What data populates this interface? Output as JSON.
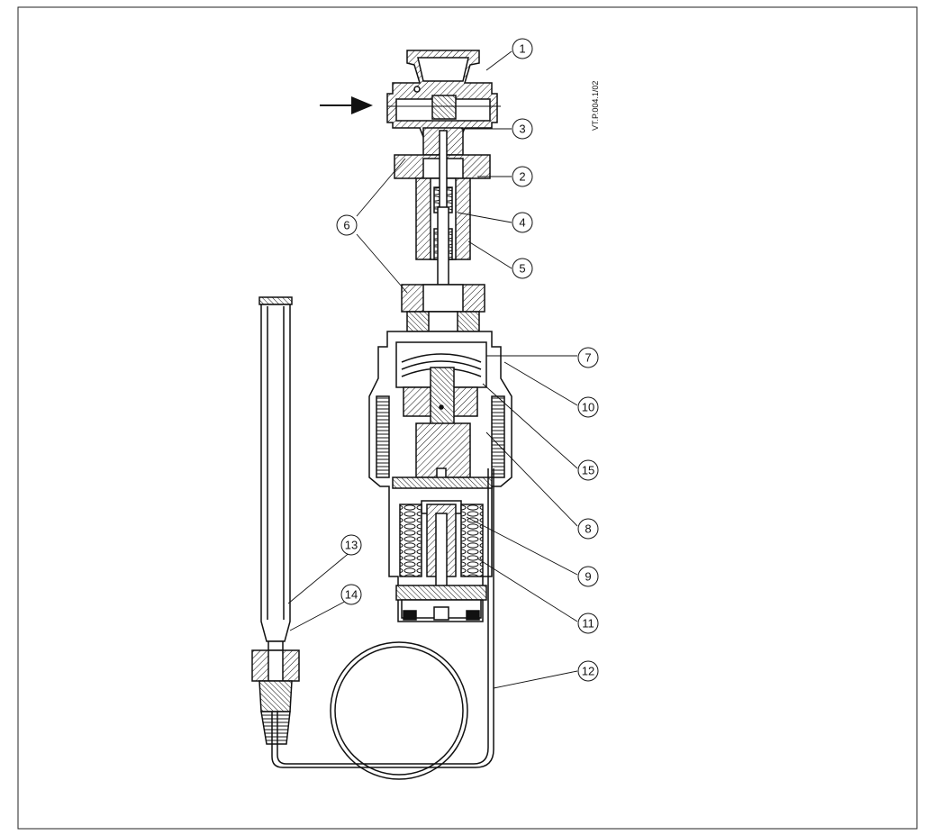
{
  "drawing_ref": "VT.P.004.1/02",
  "callouts": [
    {
      "label": "1"
    },
    {
      "label": "3"
    },
    {
      "label": "2"
    },
    {
      "label": "4"
    },
    {
      "label": "6"
    },
    {
      "label": "5"
    },
    {
      "label": "7"
    },
    {
      "label": "10"
    },
    {
      "label": "15"
    },
    {
      "label": "8"
    },
    {
      "label": "9"
    },
    {
      "label": "13"
    },
    {
      "label": "14"
    },
    {
      "label": "11"
    },
    {
      "label": "12"
    }
  ]
}
